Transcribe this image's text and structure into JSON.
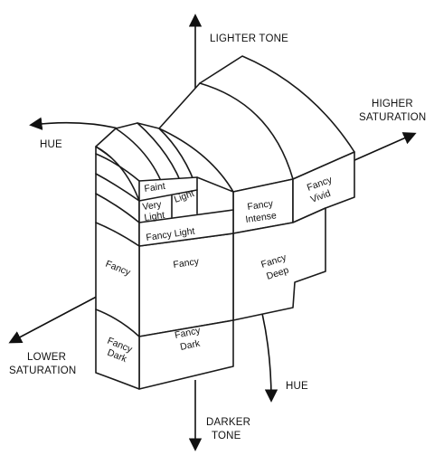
{
  "axes": {
    "lighter_tone": "LIGHTER TONE",
    "darker_tone_1": "DARKER",
    "darker_tone_2": "TONE",
    "higher_saturation_1": "HIGHER",
    "higher_saturation_2": "SATURATION",
    "lower_saturation_1": "LOWER",
    "lower_saturation_2": "SATURATION",
    "hue_left": "HUE",
    "hue_right": "HUE"
  },
  "blocks": {
    "faint": "Faint",
    "very_light_1": "Very",
    "very_light_2": "Light",
    "light": "Light",
    "fancy_light": "Fancy Light",
    "fancy_intense_1": "Fancy",
    "fancy_intense_2": "Intense",
    "fancy_vivid_1": "Fancy",
    "fancy_vivid_2": "Vivid",
    "fancy_side": "Fancy",
    "fancy_center": "Fancy",
    "fancy_deep_1": "Fancy",
    "fancy_deep_2": "Deep",
    "fancy_dark_side_1": "Fancy",
    "fancy_dark_side_2": "Dark",
    "fancy_dark_front_1": "Fancy",
    "fancy_dark_front_2": "Dark"
  }
}
